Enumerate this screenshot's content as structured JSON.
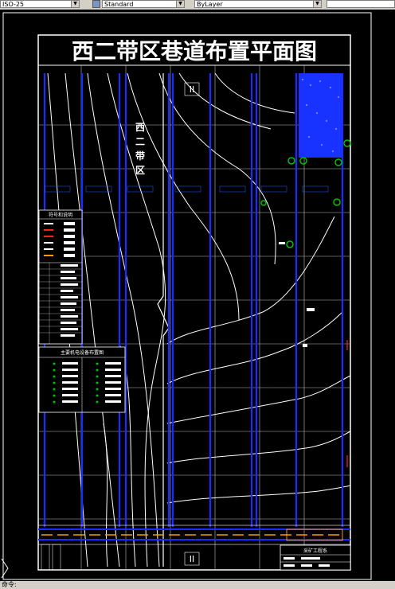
{
  "toolbar": {
    "scale_value": "ISO-25",
    "text_style_value": "Standard",
    "layer_value": "ByLayer"
  },
  "drawing": {
    "title": "西二带区巷道布置平面图",
    "area_vertical_text": [
      "西",
      "二",
      "带",
      "区"
    ],
    "roman_top": "II",
    "roman_bottom": "II",
    "legend_title": "符号和说明",
    "equipment_title": "主要机电设备布置图",
    "title_block_label": "采矿工程系",
    "colors": {
      "frame": "#ffffff",
      "roadway": "#1a2cff",
      "contour": "#ffffff",
      "goaf": "#1832ff",
      "equipment": "#00c000",
      "fault": "#ff2020",
      "belt": "#ff9a00"
    }
  },
  "status": {
    "command_hint": "命令:"
  }
}
